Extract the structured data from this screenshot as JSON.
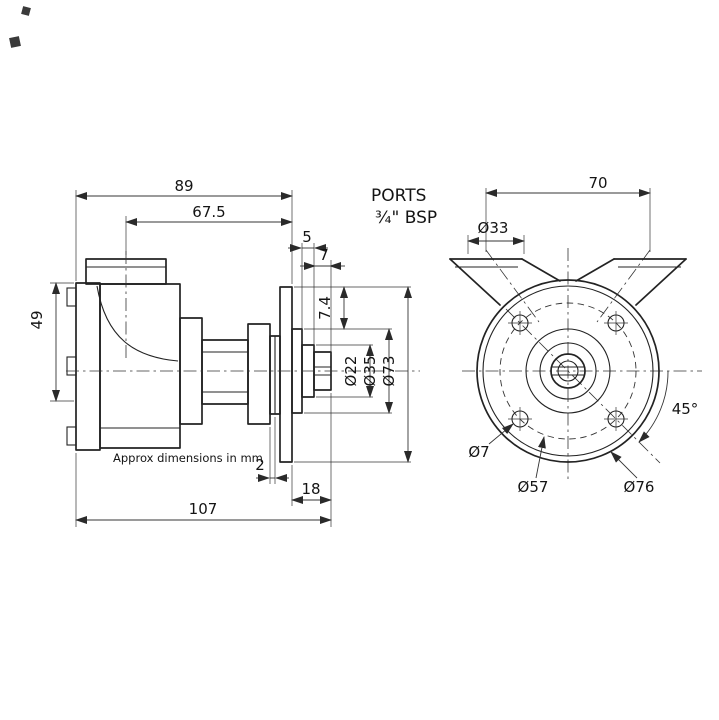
{
  "drawing": {
    "note": "Approx dimensions in mm",
    "side": {
      "d89": "89",
      "d67_5": "67.5",
      "d5": "5",
      "d7": "7",
      "d49": "49",
      "d7_4": "7.4",
      "dia22": "Ø22",
      "dia35": "Ø35",
      "dia73": "Ø73",
      "d2": "2",
      "d18": "18",
      "d107": "107"
    },
    "front": {
      "ports1": "PORTS",
      "ports2": "¾\" BSP",
      "d70": "70",
      "dia33": "Ø33",
      "a45": "45°",
      "dia7": "Ø7",
      "dia57": "Ø57",
      "dia76": "Ø76"
    }
  }
}
